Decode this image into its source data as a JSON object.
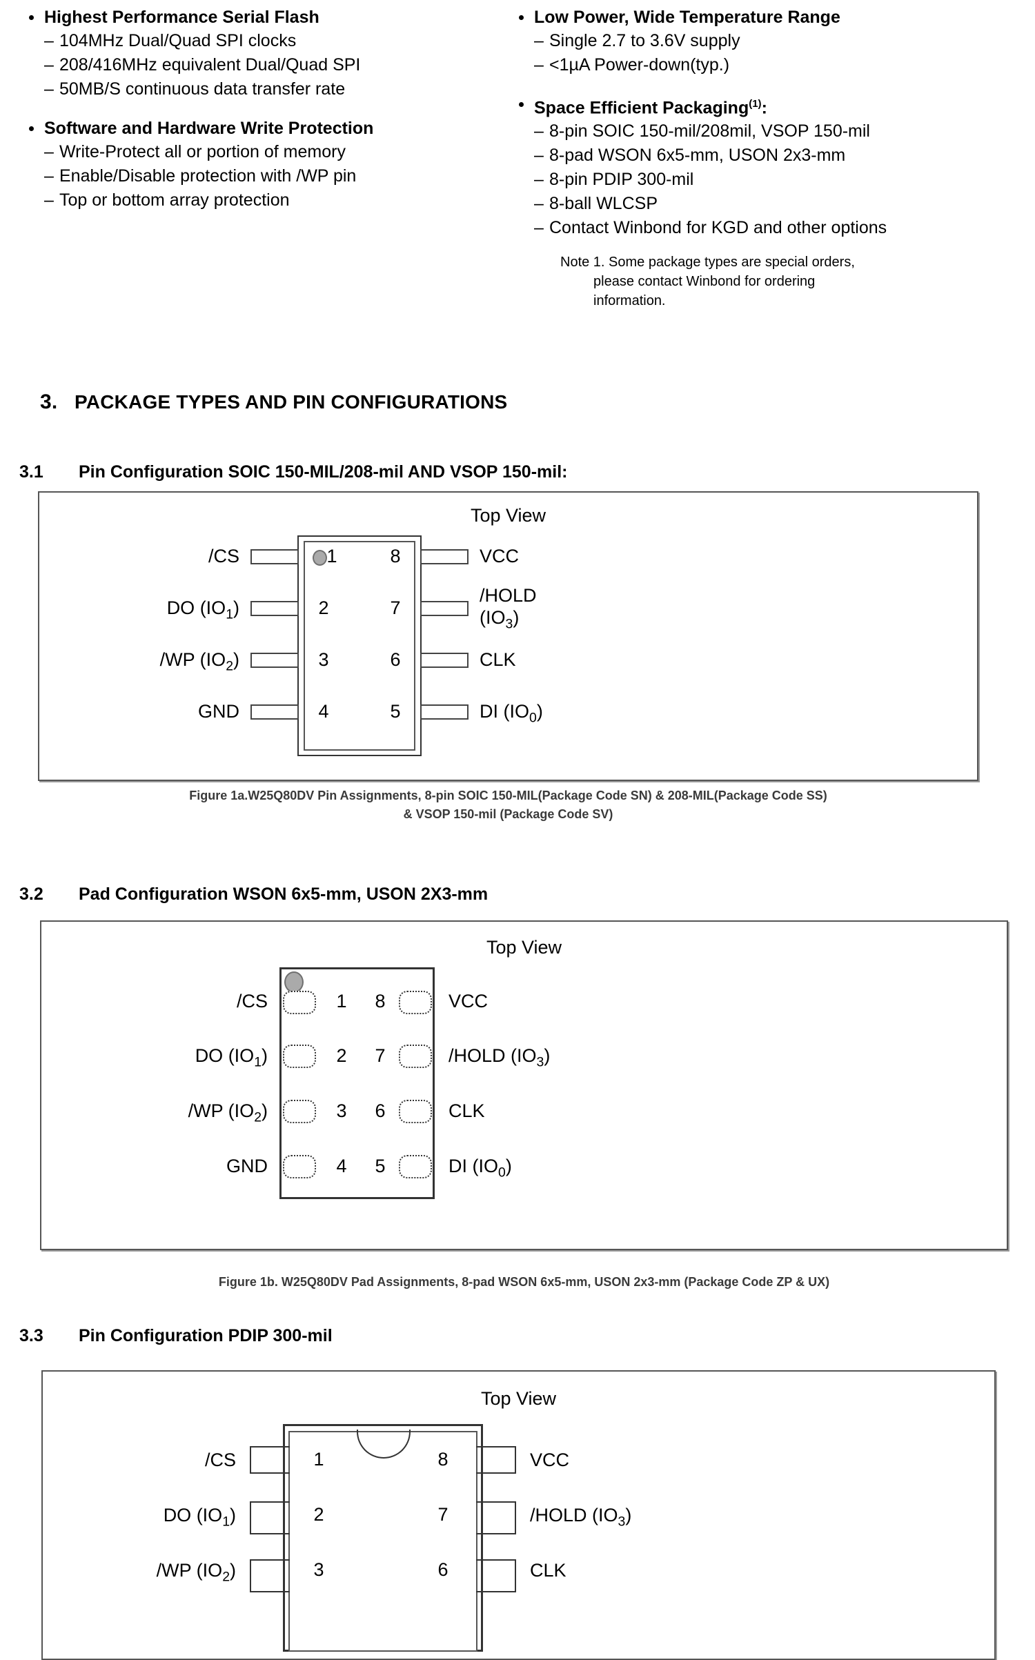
{
  "features": {
    "left_column": [
      {
        "heading": "Highest Performance Serial Flash",
        "items": [
          "104MHz Dual/Quad SPI clocks",
          "208/416MHz equivalent Dual/Quad SPI",
          "50MB/S continuous data transfer rate"
        ]
      },
      {
        "heading": "Software and Hardware Write Protection",
        "items": [
          "Write-Protect all or portion of memory",
          "Enable/Disable protection with /WP pin",
          "Top or bottom array protection"
        ]
      }
    ],
    "right_column": [
      {
        "heading": "Low Power, Wide Temperature Range",
        "heading_sup": "",
        "items": [
          "Single 2.7 to 3.6V supply",
          "<1µA Power-down(typ.)"
        ]
      },
      {
        "heading": "Space Efficient Packaging",
        "heading_sup": "(1)",
        "heading_suffix": ":",
        "items": [
          "8-pin SOIC 150-mil/208mil, VSOP 150-mil",
          "8-pad WSON 6x5-mm, USON 2x3-mm",
          "8-pin PDIP 300-mil",
          "8-ball WLCSP",
          "Contact Winbond for KGD and other options"
        ]
      }
    ],
    "note": {
      "line1": "Note 1. Some package types are special orders,",
      "line2": "please contact Winbond for ordering",
      "line3": "information."
    }
  },
  "section": {
    "number": "3.",
    "title": "PACKAGE TYPES AND PIN CONFIGURATIONS"
  },
  "subsections": [
    {
      "number": "3.1",
      "title": "Pin Configuration SOIC 150-MIL/208-mil AND VSOP 150-mil:"
    },
    {
      "number": "3.2",
      "title": "Pad Configuration WSON 6x5-mm, USON 2X3-mm"
    },
    {
      "number": "3.3",
      "title": "Pin Configuration PDIP 300-mil"
    }
  ],
  "figures": [
    {
      "id": "figure-1a",
      "top_view_label": "Top View",
      "caption_line1": "Figure 1a.W25Q80DV Pin Assignments, 8-pin SOIC 150-MIL(Package Code SN) & 208-MIL(Package Code SS)",
      "caption_line2": "& VSOP 150-mil (Package Code SV)",
      "pins_left": [
        {
          "num": "1",
          "label_main": "/CS",
          "label_sub": ""
        },
        {
          "num": "2",
          "label_main": "DO (IO",
          "label_sub": "1",
          "label_tail": ")"
        },
        {
          "num": "3",
          "label_main": "/WP (IO",
          "label_sub": "2",
          "label_tail": ")"
        },
        {
          "num": "4",
          "label_main": "GND",
          "label_sub": ""
        }
      ],
      "pins_right": [
        {
          "num": "8",
          "label_main": "VCC",
          "label_sub": ""
        },
        {
          "num": "7",
          "label_main": "/HOLD",
          "label_line2_main": "(IO",
          "label_sub": "3",
          "label_tail": ")"
        },
        {
          "num": "6",
          "label_main": "CLK",
          "label_sub": ""
        },
        {
          "num": "5",
          "label_main": "DI (IO",
          "label_sub": "0",
          "label_tail": ")"
        }
      ]
    },
    {
      "id": "figure-1b",
      "top_view_label": "Top View",
      "caption_line1": "Figure 1b. W25Q80DV Pad Assignments, 8-pad WSON 6x5-mm, USON 2x3-mm (Package Code ZP & UX)",
      "caption_line2": "",
      "pins_left": [
        {
          "num": "1",
          "label_main": "/CS",
          "label_sub": ""
        },
        {
          "num": "2",
          "label_main": "DO (IO",
          "label_sub": "1",
          "label_tail": ")"
        },
        {
          "num": "3",
          "label_main": "/WP (IO",
          "label_sub": "2",
          "label_tail": ")"
        },
        {
          "num": "4",
          "label_main": "GND",
          "label_sub": ""
        }
      ],
      "pins_right": [
        {
          "num": "8",
          "label_main": "VCC",
          "label_sub": ""
        },
        {
          "num": "7",
          "label_main": "/HOLD (IO",
          "label_sub": "3",
          "label_tail": ")"
        },
        {
          "num": "6",
          "label_main": "CLK",
          "label_sub": ""
        },
        {
          "num": "5",
          "label_main": "DI (IO",
          "label_sub": "0",
          "label_tail": ")"
        }
      ]
    },
    {
      "id": "figure-1c",
      "top_view_label": "Top View",
      "caption_line1": "",
      "caption_line2": "",
      "pins_left": [
        {
          "num": "1",
          "label_main": "/CS",
          "label_sub": ""
        },
        {
          "num": "2",
          "label_main": "DO (IO",
          "label_sub": "1",
          "label_tail": ")"
        },
        {
          "num": "3",
          "label_main": "/WP (IO",
          "label_sub": "2",
          "label_tail": ")"
        }
      ],
      "pins_right": [
        {
          "num": "8",
          "label_main": "VCC",
          "label_sub": ""
        },
        {
          "num": "7",
          "label_main": "/HOLD (IO",
          "label_sub": "3",
          "label_tail": ")"
        },
        {
          "num": "6",
          "label_main": "CLK",
          "label_sub": ""
        }
      ]
    }
  ]
}
